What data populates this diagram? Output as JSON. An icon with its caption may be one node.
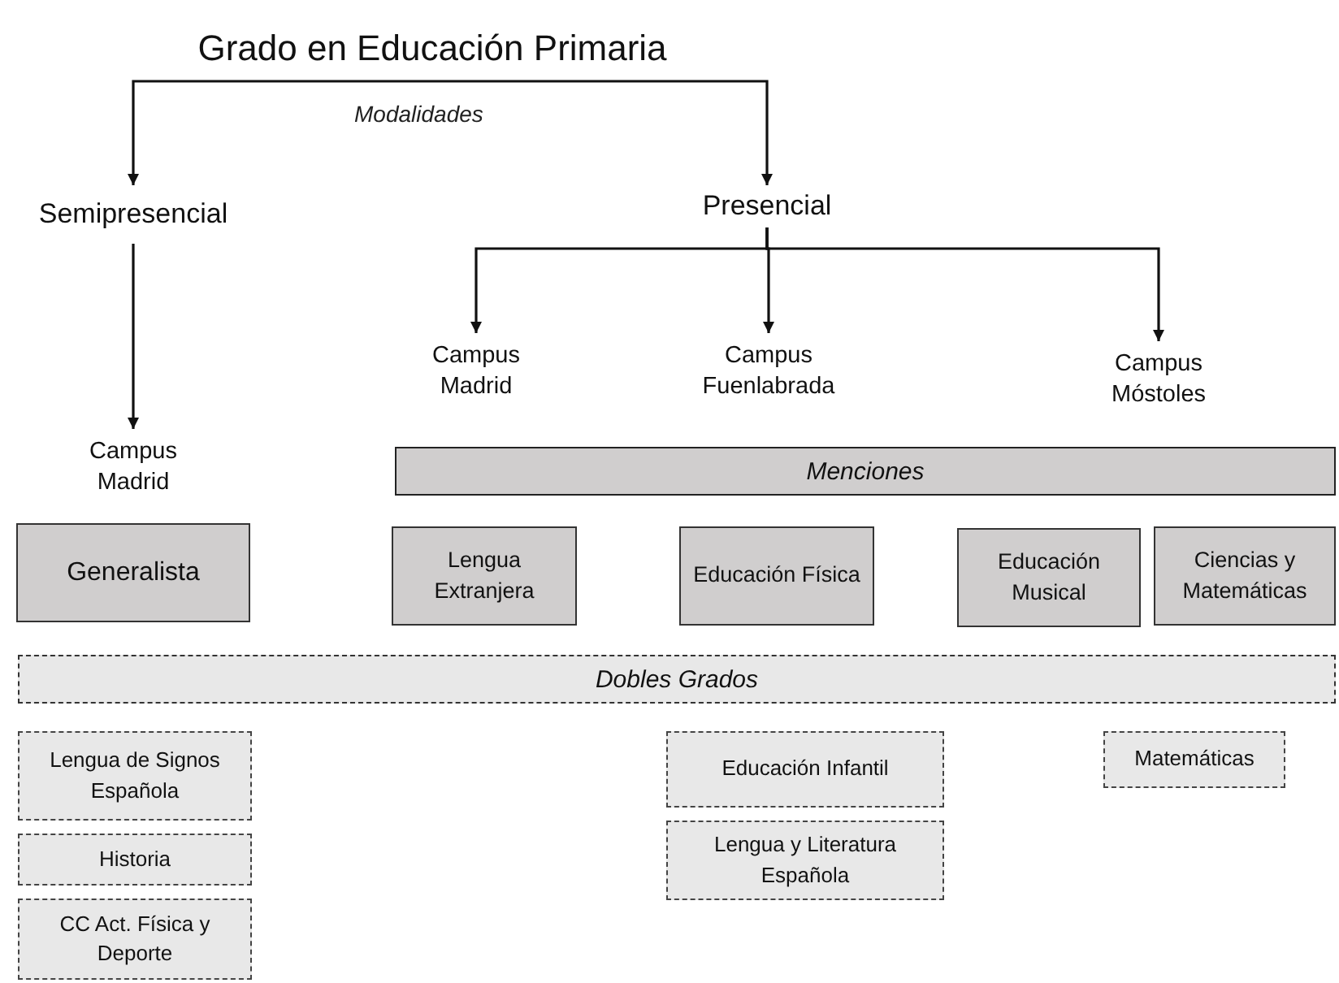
{
  "diagram": {
    "nodes": [
      {
        "text": [
          "Grado en Educación Primaria"
        ]
      },
      {
        "text": [
          "Semipresencial"
        ]
      },
      {
        "text": [
          "Presencial"
        ]
      },
      {
        "text": [
          "Campus Madrid"
        ]
      },
      {
        "text": [
          "Campus Fuenlabrada"
        ]
      },
      {
        "text": [
          "Campus Móstoles"
        ]
      },
      {
        "text": [
          "Campus Madrid"
        ]
      },
      {
        "text": [
          "Menciones"
        ]
      },
      {
        "text": [
          "Generalista"
        ]
      },
      {
        "text": [
          "Lengua Extranjera"
        ]
      },
      {
        "text": [
          "Educación Física"
        ]
      },
      {
        "text": [
          "Educación Musical"
        ]
      },
      {
        "text": [
          "Ciencias y Matemáticas"
        ]
      },
      {
        "text": [
          "Dobles Grados"
        ]
      },
      {
        "text": [
          "Lengua de Signos Española"
        ]
      },
      {
        "text": [
          "Historia"
        ]
      },
      {
        "text": [
          "CC Act. Física y Deporte"
        ]
      },
      {
        "text": [
          "Educación Infantil"
        ]
      },
      {
        "text": [
          "Lengua y Literatura Española"
        ]
      },
      {
        "text": [
          "Matemáticas"
        ]
      }
    ],
    "edges": [
      {
        "from": 0,
        "to": 1,
        "arrow": "to"
      },
      {
        "from": 0,
        "to": 2,
        "arrow": "to"
      },
      {
        "from": 1,
        "to": 6,
        "arrow": "to"
      },
      {
        "from": 2,
        "to": 3,
        "arrow": "to"
      },
      {
        "from": 2,
        "to": 4,
        "arrow": "to"
      },
      {
        "from": 2,
        "to": 5,
        "arrow": "to"
      }
    ],
    "labels": [
      "Modalidades"
    ]
  }
}
